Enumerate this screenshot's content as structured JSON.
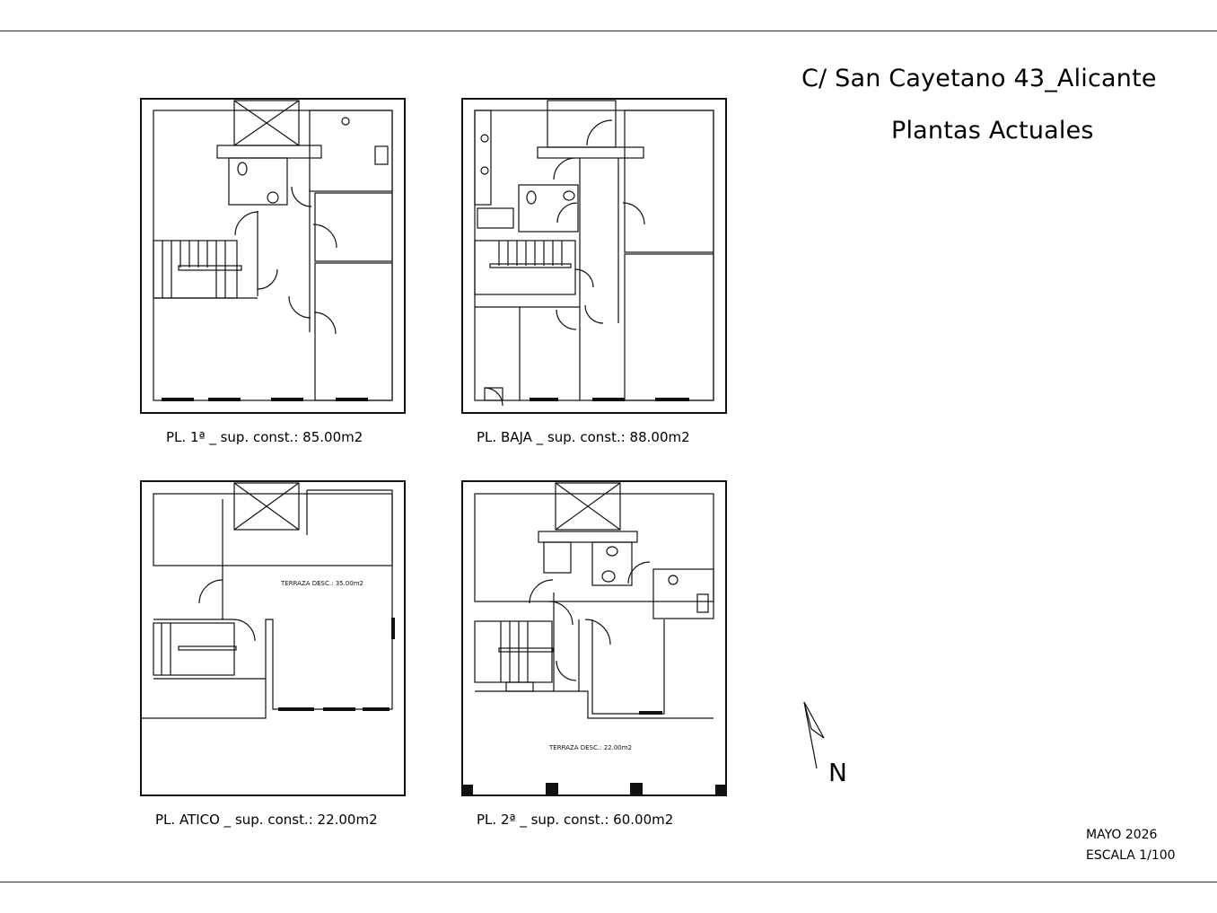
{
  "header": {
    "address": "C/ San Cayetano 43_Alicante",
    "subtitle": "Plantas Actuales"
  },
  "plans": [
    {
      "id": "pl1",
      "caption": "PL. 1ª _ sup. const.: 85.00m2"
    },
    {
      "id": "baja",
      "caption": "PL. BAJA _ sup. const.: 88.00m2"
    },
    {
      "id": "atico",
      "caption": "PL. ATICO _ sup. const.: 22.00m2",
      "terrace_label": "TERRAZA DESC.: 35.00m2"
    },
    {
      "id": "pl2",
      "caption": "PL. 2ª _ sup. const.: 60.00m2",
      "terrace_label": "TERRAZA DESC.: 22.00m2"
    }
  ],
  "north": "N",
  "footer": {
    "date": "MAYO 2026",
    "scale": "ESCALA 1/100"
  }
}
